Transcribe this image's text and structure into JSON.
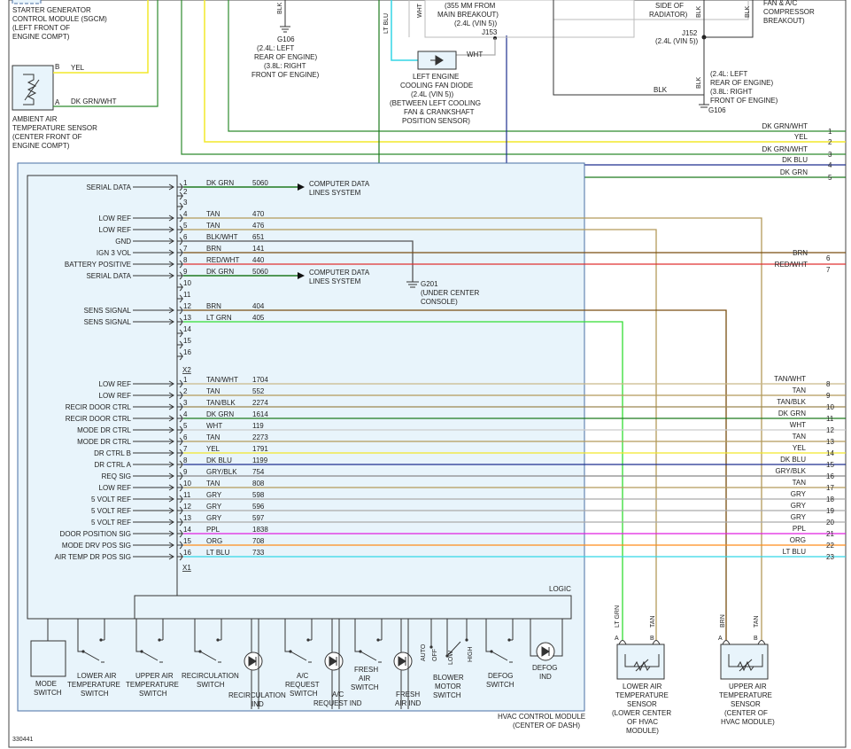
{
  "top_left": {
    "sgcm_lines": [
      "STARTER GENERATOR",
      "CONTROL MODULE (SGCM)",
      "(LEFT FRONT OF",
      "ENGINE COMPT)"
    ],
    "ambient_lines": [
      "AMBIENT AIR",
      "TEMPERATURE SENSOR",
      "(CENTER FRONT OF",
      "ENGINE COMPT)"
    ],
    "pin_b": "B",
    "pin_a": "A",
    "wire_b": "YEL",
    "wire_a": "DK GRN/WHT"
  },
  "top_center": {
    "g106_lines": [
      "G106",
      "(2.4L: LEFT",
      "REAR OF ENGINE)",
      "(3.8L: RIGHT",
      "FRONT OF ENGINE)"
    ],
    "blk": "BLK",
    "lt_blu": "LT BLU",
    "wht": "WHT",
    "breakout_lines": [
      "(355 MM FROM",
      "MAIN BREAKOUT)",
      "(2.4L (VIN 5))"
    ],
    "j153": "J153",
    "diode_lines": [
      "LEFT ENGINE",
      "COOLING FAN DIODE",
      "(2.4L (VIN 5))",
      "(BETWEEN LEFT COOLING",
      "FAN & CRANKSHAFT",
      "POSITION SENSOR)"
    ]
  },
  "top_right": {
    "radiator_lines": [
      "SIDE OF",
      "RADIATOR)"
    ],
    "fan_lines": [
      "FAN & A/C",
      "COMPRESSOR",
      "BREAKOUT)"
    ],
    "j152_lines": [
      "J152",
      "(2.4L (VIN 5))"
    ],
    "g106_lines": [
      "(2.4L: LEFT",
      "REAR OF ENGINE)",
      "(3.8L: RIGHT",
      "FRONT OF ENGINE)",
      "G106"
    ],
    "blk": "BLK"
  },
  "right_top_wires": [
    {
      "label": "DK GRN/WHT",
      "num": "1",
      "color": "#2e8b2e"
    },
    {
      "label": "YEL",
      "num": "2",
      "color": "#f2e82a"
    },
    {
      "label": "DK GRN/WHT",
      "num": "3",
      "color": "#2e8b2e"
    },
    {
      "label": "DK BLU",
      "num": "4",
      "color": "#1f2f8f"
    },
    {
      "label": "DK GRN",
      "num": "5",
      "color": "#1f7a1f"
    }
  ],
  "x2_pins": [
    {
      "pin": "1",
      "func": "SERIAL DATA",
      "color": "DK GRN",
      "circuit": "5060",
      "dest": [
        "COMPUTER DATA",
        "LINES SYSTEM"
      ],
      "hex": "#1f7a1f"
    },
    {
      "pin": "2",
      "func": "",
      "color": "",
      "circuit": ""
    },
    {
      "pin": "3",
      "func": "",
      "color": "",
      "circuit": ""
    },
    {
      "pin": "4",
      "func": "LOW REF",
      "color": "TAN",
      "circuit": "470",
      "hex": "#b39a5a"
    },
    {
      "pin": "5",
      "func": "LOW REF",
      "color": "TAN",
      "circuit": "476",
      "hex": "#b39a5a"
    },
    {
      "pin": "6",
      "func": "GND",
      "color": "BLK/WHT",
      "circuit": "651",
      "hex": "#555555"
    },
    {
      "pin": "7",
      "func": "IGN 3 VOL",
      "color": "BRN",
      "circuit": "141",
      "hex": "#7a4e12"
    },
    {
      "pin": "8",
      "func": "BATTERY POSITIVE",
      "color": "RED/WHT",
      "circuit": "440",
      "hex": "#e03030"
    },
    {
      "pin": "9",
      "func": "SERIAL DATA",
      "color": "DK GRN",
      "circuit": "5060",
      "dest": [
        "COMPUTER DATA",
        "LINES SYSTEM"
      ],
      "hex": "#1f7a1f"
    },
    {
      "pin": "10",
      "func": "",
      "color": "",
      "circuit": ""
    },
    {
      "pin": "11",
      "func": "",
      "color": "",
      "circuit": ""
    },
    {
      "pin": "12",
      "func": "SENS SIGNAL",
      "color": "BRN",
      "circuit": "404",
      "hex": "#7a4e12"
    },
    {
      "pin": "13",
      "func": "SENS SIGNAL",
      "color": "LT GRN",
      "circuit": "405",
      "hex": "#33dd33"
    },
    {
      "pin": "14",
      "func": "",
      "color": "",
      "circuit": ""
    },
    {
      "pin": "15",
      "func": "",
      "color": "",
      "circuit": ""
    },
    {
      "pin": "16",
      "func": "",
      "color": "",
      "circuit": ""
    }
  ],
  "x2_label": "X2",
  "x1_label": "X1",
  "g201_lines": [
    "G201",
    "(UNDER CENTER",
    "CONSOLE)"
  ],
  "right_mid_wires": [
    {
      "label": "BRN",
      "num": "6"
    },
    {
      "label": "RED/WHT",
      "num": "7"
    }
  ],
  "x1_pins": [
    {
      "pin": "1",
      "func": "LOW REF",
      "color": "TAN/WHT",
      "circuit": "1704",
      "num": "8",
      "hex": "#c9b98a"
    },
    {
      "pin": "2",
      "func": "LOW REF",
      "color": "TAN",
      "circuit": "552",
      "num": "9",
      "hex": "#b39a5a"
    },
    {
      "pin": "3",
      "func": "RECIR DOOR CTRL",
      "color": "TAN/BLK",
      "circuit": "2274",
      "num": "10",
      "hex": "#9c8650"
    },
    {
      "pin": "4",
      "func": "RECIR DOOR CTRL",
      "color": "DK GRN",
      "circuit": "1614",
      "num": "11",
      "hex": "#1f7a1f"
    },
    {
      "pin": "5",
      "func": "MODE DR CTRL",
      "color": "WHT",
      "circuit": "119",
      "num": "12",
      "hex": "#cccccc"
    },
    {
      "pin": "6",
      "func": "MODE DR CTRL",
      "color": "TAN",
      "circuit": "2273",
      "num": "13",
      "hex": "#b39a5a"
    },
    {
      "pin": "7",
      "func": "DR CTRL B",
      "color": "YEL",
      "circuit": "1791",
      "num": "14",
      "hex": "#f2e82a"
    },
    {
      "pin": "8",
      "func": "DR CTRL A",
      "color": "DK BLU",
      "circuit": "1199",
      "num": "15",
      "hex": "#1f2f8f"
    },
    {
      "pin": "9",
      "func": "REQ SIG",
      "color": "GRY/BLK",
      "circuit": "754",
      "num": "16",
      "hex": "#888888"
    },
    {
      "pin": "10",
      "func": "LOW REF",
      "color": "TAN",
      "circuit": "808",
      "num": "17",
      "hex": "#b39a5a"
    },
    {
      "pin": "11",
      "func": "5 VOLT REF",
      "color": "GRY",
      "circuit": "598",
      "num": "18",
      "hex": "#aaaaaa"
    },
    {
      "pin": "12",
      "func": "5 VOLT REF",
      "color": "GRY",
      "circuit": "596",
      "num": "19",
      "hex": "#aaaaaa"
    },
    {
      "pin": "13",
      "func": "5 VOLT REF",
      "color": "GRY",
      "circuit": "597",
      "num": "20",
      "hex": "#aaaaaa"
    },
    {
      "pin": "14",
      "func": "DOOR POSITION SIG",
      "color": "PPL",
      "circuit": "1838",
      "num": "21",
      "hex": "#e020e0"
    },
    {
      "pin": "15",
      "func": "MODE DRV POS SIG",
      "color": "ORG",
      "circuit": "708",
      "num": "22",
      "hex": "#ff8c1a"
    },
    {
      "pin": "16",
      "func": "AIR TEMP DR POS SIG",
      "color": "LT BLU",
      "circuit": "733",
      "num": "23",
      "hex": "#33d6e6"
    }
  ],
  "logic": "LOGIC",
  "switches": {
    "mode": [
      "MODE",
      "SWITCH"
    ],
    "lower_air": [
      "LOWER AIR",
      "TEMPERATURE",
      "SWITCH"
    ],
    "upper_air": [
      "UPPER AIR",
      "TEMPERATURE",
      "SWITCH"
    ],
    "recirc": [
      "RECIRCULATION",
      "SWITCH"
    ],
    "recirc_ind": [
      "RECIRCULATION",
      "IND"
    ],
    "ac_req": [
      "A/C",
      "REQUEST",
      "SWITCH"
    ],
    "ac_req_ind": [
      "A/C",
      "REQUEST IND"
    ],
    "fresh_air": [
      "FRESH",
      "AIR",
      "SWITCH"
    ],
    "fresh_air_ind": [
      "FRESH",
      "AIR IND"
    ],
    "blower": [
      "BLOWER",
      "MOTOR",
      "SWITCH"
    ],
    "blower_pos": [
      "AUTO",
      "OFF",
      "LOW",
      "HIGH"
    ],
    "defog": [
      "DEFOG",
      "SWITCH"
    ],
    "defog_ind": [
      "DEFOG",
      "IND"
    ]
  },
  "module_lines": [
    "HVAC CONTROL MODULE",
    "(CENTER OF DASH)"
  ],
  "lower_sensor": {
    "wire_a": "LT GRN",
    "wire_b": "TAN",
    "pin_a": "A",
    "pin_b": "B",
    "lines": [
      "LOWER AIR",
      "TEMPERATURE",
      "SENSOR",
      "(LOWER CENTER",
      "OF HVAC",
      "MODULE)"
    ]
  },
  "upper_sensor": {
    "wire_a": "BRN",
    "wire_b": "TAN",
    "pin_a": "A",
    "pin_b": "B",
    "lines": [
      "UPPER AIR",
      "TEMPERATURE",
      "SENSOR",
      "(CENTER OF",
      "HVAC MODULE)"
    ]
  },
  "figure_number": "330441"
}
